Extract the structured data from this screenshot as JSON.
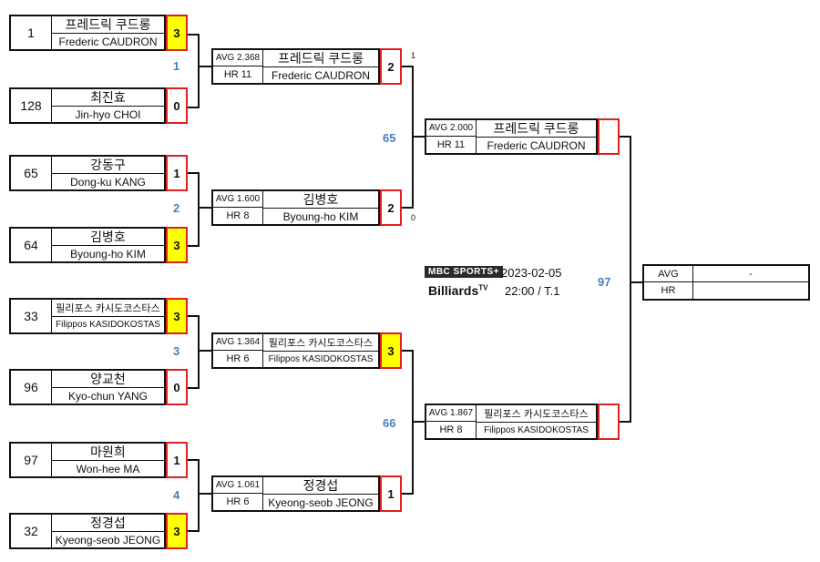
{
  "players": [
    {
      "seed": "1",
      "kname": "프레드릭 쿠드롱",
      "ename": "Frederic CAUDRON",
      "score": "3"
    },
    {
      "seed": "128",
      "kname": "최진효",
      "ename": "Jin-hyo CHOI",
      "score": "0"
    },
    {
      "seed": "65",
      "kname": "강동구",
      "ename": "Dong-ku KANG",
      "score": "1"
    },
    {
      "seed": "64",
      "kname": "김병호",
      "ename": "Byoung-ho KIM",
      "score": "3"
    },
    {
      "seed": "33",
      "kname": "필리포스 카시도코스타스",
      "ename": "Filippos KASIDOKOSTAS",
      "score": "3"
    },
    {
      "seed": "96",
      "kname": "양교천",
      "ename": "Kyo-chun YANG",
      "score": "0"
    },
    {
      "seed": "97",
      "kname": "마원희",
      "ename": "Won-hee MA",
      "score": "1"
    },
    {
      "seed": "32",
      "kname": "정경섭",
      "ename": "Kyeong-seob JEONG",
      "score": "3"
    }
  ],
  "r1_match_numbers": [
    "1",
    "2",
    "3",
    "4"
  ],
  "round2": [
    {
      "avg": "AVG 2.368",
      "hr": "HR 11",
      "kname": "프레드릭 쿠드롱",
      "ename": "Frederic CAUDRON",
      "score": "2"
    },
    {
      "avg": "AVG 1.600",
      "hr": "HR 8",
      "kname": "김병호",
      "ename": "Byoung-ho KIM",
      "score": "2"
    },
    {
      "avg": "AVG 1.364",
      "hr": "HR 6",
      "kname": "필리포스 카시도코스타스",
      "ename": "Filippos KASIDOKOSTAS",
      "score": "3"
    },
    {
      "avg": "AVG 1.061",
      "hr": "HR 6",
      "kname": "정경섭",
      "ename": "Kyeong-seob JEONG",
      "score": "1"
    }
  ],
  "tiebreak": {
    "top": "1",
    "bottom": "0"
  },
  "r2_match_numbers": [
    "65",
    "66"
  ],
  "round3": [
    {
      "avg": "AVG 2.000",
      "hr": "HR 11",
      "kname": "프레드릭 쿠드롱",
      "ename": "Frederic CAUDRON",
      "score": ""
    },
    {
      "avg": "AVG 1.867",
      "hr": "HR 8",
      "kname": "필리포스 카시도코스타스",
      "ename": "Filippos KASIDOKOSTAS",
      "score": ""
    }
  ],
  "final_match_number": "97",
  "winner": {
    "avg_label": "AVG",
    "avg_value": "-",
    "hr_label": "HR",
    "hr_value": ""
  },
  "broadcast": {
    "logo_top": "MBC SPORTS+",
    "logo_bottom": "Billiards",
    "logo_sup": "TV",
    "date": "2023-02-05",
    "time": "22:00 / T.1"
  },
  "colors": {
    "win_fill": "#ffff00",
    "score_border": "#e02020",
    "match_number": "#4a7fbf"
  }
}
